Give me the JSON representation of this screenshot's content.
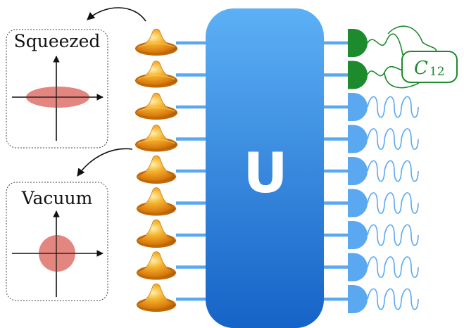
{
  "panels": {
    "squeezed": {
      "title": "Squeezed"
    },
    "vacuum": {
      "title": "Vacuum"
    }
  },
  "unitary": {
    "label": "U"
  },
  "correlation_box": {
    "symbol": "C",
    "subscript": "12"
  },
  "mode_count": 9,
  "colors": {
    "wave_packet": "#e8921a",
    "unitary_block": "#2f86e0",
    "wire": "#5aa8f0",
    "detector_blue": "#5aa8f0",
    "detector_green": "#1e8a2e",
    "ellipse_fill": "#e08078"
  },
  "icons": [
    "squeezed-state-icon",
    "vacuum-state-icon",
    "detector-icon",
    "arrow-icon"
  ]
}
